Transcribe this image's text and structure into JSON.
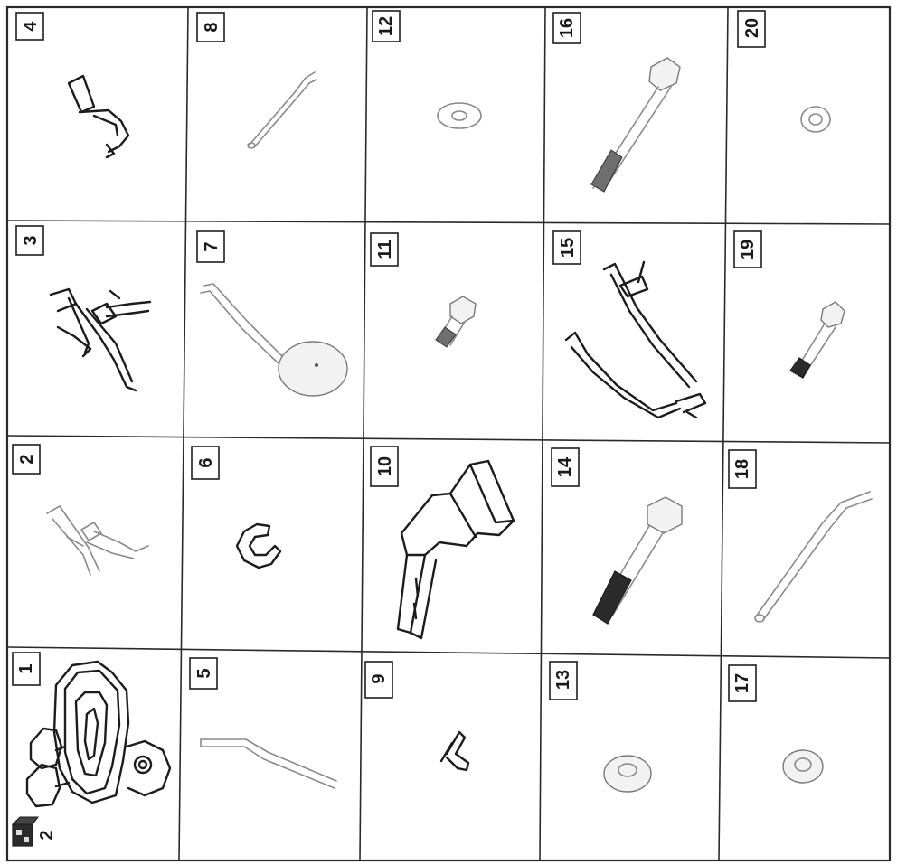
{
  "parts": [
    {
      "number": "1",
      "icon": "rotor-housing-icon"
    },
    {
      "number": "2",
      "icon": "small-handle-icon"
    },
    {
      "number": "3",
      "icon": "handle-frame-icon"
    },
    {
      "number": "4",
      "icon": "lever-icon"
    },
    {
      "number": "5",
      "icon": "rod-icon"
    },
    {
      "number": "6",
      "icon": "clip-icon"
    },
    {
      "number": "7",
      "icon": "rod-with-disc-icon"
    },
    {
      "number": "8",
      "icon": "bent-rod-icon"
    },
    {
      "number": "9",
      "icon": "hairpin-icon"
    },
    {
      "number": "10",
      "icon": "bracket-icon"
    },
    {
      "number": "11",
      "icon": "short-bolt-icon"
    },
    {
      "number": "12",
      "icon": "washer-icon"
    },
    {
      "number": "13",
      "icon": "nut-icon"
    },
    {
      "number": "14",
      "icon": "long-bolt-icon"
    },
    {
      "number": "15",
      "icon": "lower-handle-icon"
    },
    {
      "number": "16",
      "icon": "long-bolt-icon"
    },
    {
      "number": "17",
      "icon": "nut-icon"
    },
    {
      "number": "18",
      "icon": "long-bent-rod-icon"
    },
    {
      "number": "19",
      "icon": "bolt-icon"
    },
    {
      "number": "20",
      "icon": "lock-nut-icon"
    }
  ],
  "box_quantity": "2",
  "box_icon": "carton-icon"
}
